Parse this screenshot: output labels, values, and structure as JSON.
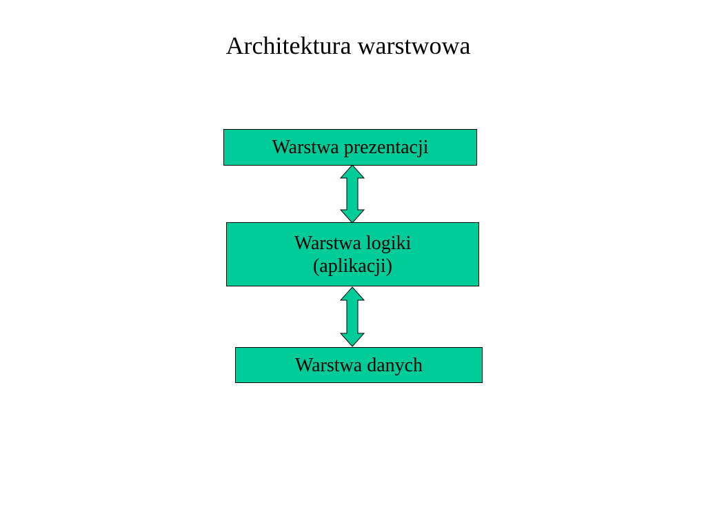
{
  "title": "Architektura warstwowa",
  "colors": {
    "box_fill": "#00CC99",
    "arrow_fill": "#00CC99",
    "outline": "#000000"
  },
  "layers": [
    {
      "lines": [
        "Warstwa prezentacji"
      ]
    },
    {
      "lines": [
        "Warstwa logiki",
        "(aplikacji)"
      ]
    },
    {
      "lines": [
        "Warstwa danych"
      ]
    }
  ],
  "connectors": [
    {
      "from": 0,
      "to": 1,
      "style": "double-headed"
    },
    {
      "from": 1,
      "to": 2,
      "style": "double-headed"
    }
  ]
}
